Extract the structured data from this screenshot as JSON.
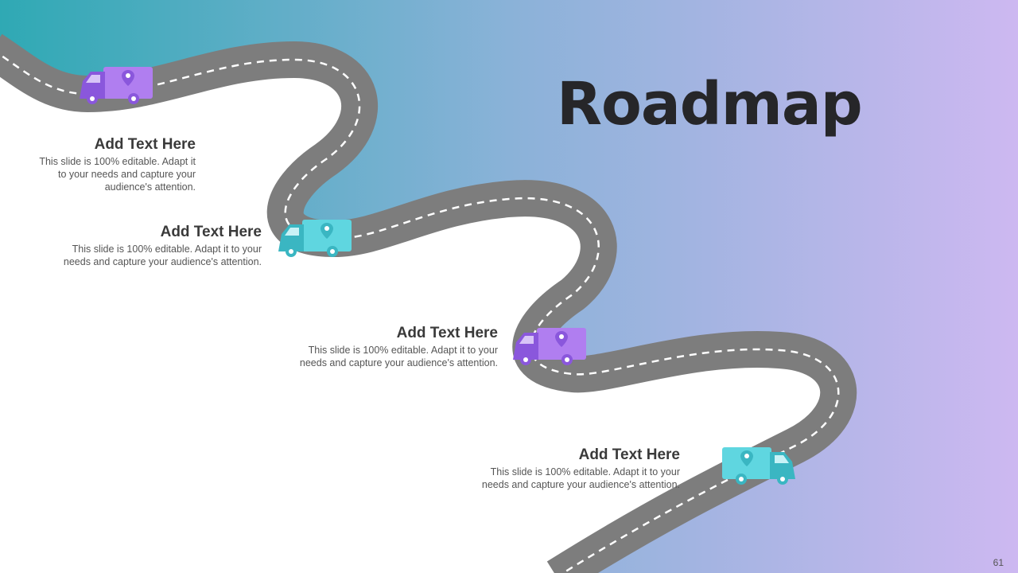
{
  "slide": {
    "title": "Roadmap",
    "page_number": "61"
  },
  "milestones": [
    {
      "heading": "Add Text Here",
      "body": "This slide is 100% editable. Adapt it to your needs and capture your audience's attention.",
      "truck_color": "purple"
    },
    {
      "heading": "Add Text Here",
      "body": "This slide is 100% editable. Adapt it to your needs and capture your audience's attention.",
      "truck_color": "teal"
    },
    {
      "heading": "Add Text Here",
      "body": "This slide is 100% editable. Adapt it to your needs and capture your audience's attention.",
      "truck_color": "purple"
    },
    {
      "heading": "Add Text Here",
      "body": "This slide is 100% editable. Adapt it to your needs and capture your audience's attention.",
      "truck_color": "teal"
    }
  ],
  "colors": {
    "gradient_start": "#2fa9b4",
    "gradient_mid": "#8ab2d8",
    "gradient_end": "#cdb8f1",
    "road": "#7d7d7d",
    "road_dash": "#ffffff",
    "truck_purple_box": "#b07ef0",
    "truck_purple_cab": "#8a57dc",
    "truck_teal_box": "#5fd6e0",
    "truck_teal_cab": "#3ab6c2"
  },
  "icons": [
    "delivery-truck-icon",
    "map-pin-icon"
  ]
}
